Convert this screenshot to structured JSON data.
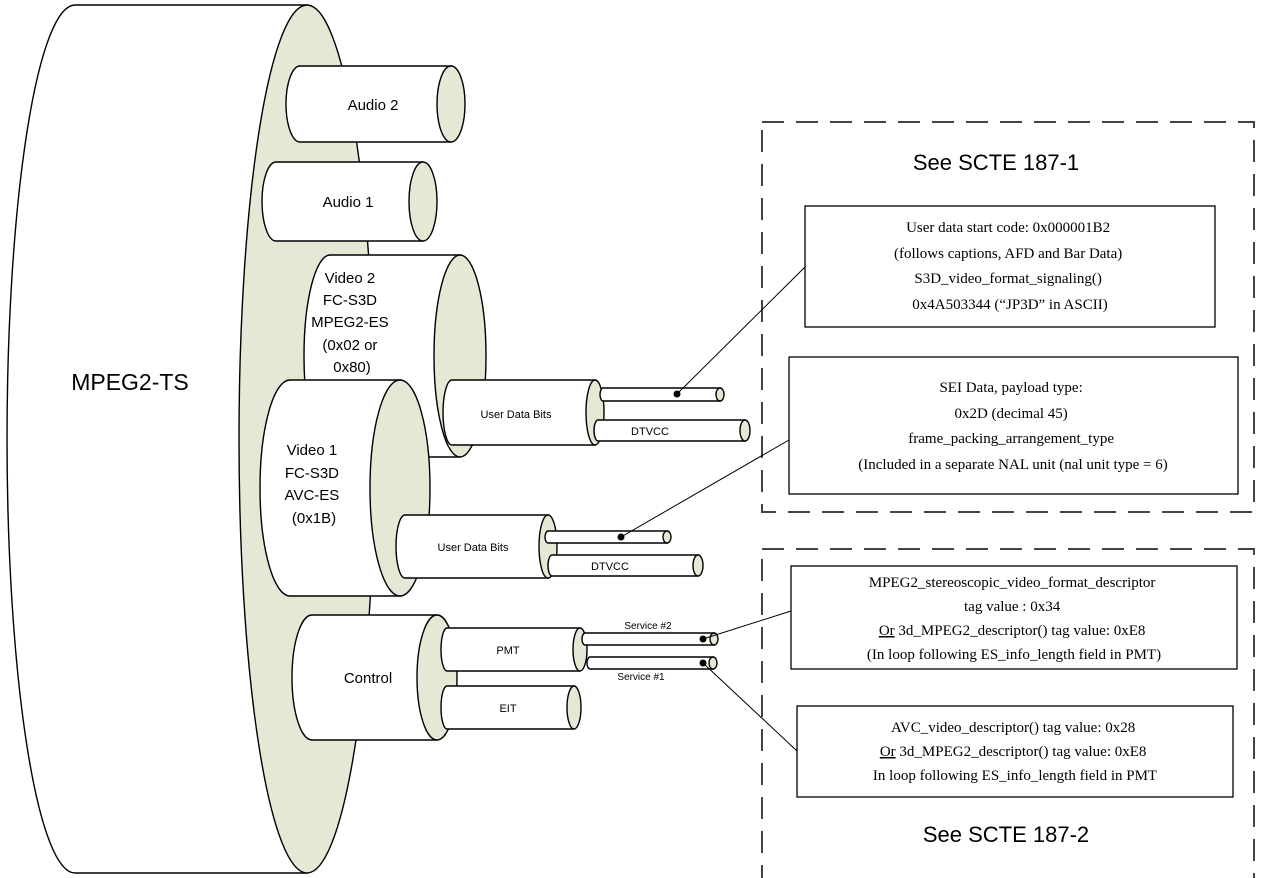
{
  "cylinders": {
    "main": "MPEG2-TS",
    "audio2": "Audio 2",
    "audio1": "Audio 1",
    "video2": [
      "Video 2",
      "FC-S3D",
      "MPEG2-ES",
      "(0x02 or",
      "0x80)"
    ],
    "video1": [
      "Video 1",
      "FC-S3D",
      "AVC-ES",
      "(0x1B)"
    ],
    "control": "Control",
    "user_data_bits_v2": "User Data Bits",
    "dtvcc_v2": "DTVCC",
    "user_data_bits_v1": "User Data Bits",
    "dtvcc_v1": "DTVCC",
    "pmt": "PMT",
    "eit": "EIT",
    "service2": "Service #2",
    "service1": "Service #1"
  },
  "regions": {
    "scte_187_1": "See SCTE 187-1",
    "scte_187_2": "See SCTE 187-2"
  },
  "boxes": {
    "user_data": [
      "User data start code: 0x000001B2",
      "(follows captions, AFD and Bar Data)",
      "S3D_video_format_signaling()",
      "0x4A503344 (“JP3D” in ASCII)"
    ],
    "sei": [
      "SEI Data, payload type:",
      "0x2D (decimal 45)",
      "frame_packing_arrangement_type",
      "(Included in a separate NAL unit (nal unit type = 6)"
    ],
    "mpeg2_desc": {
      "line1": "MPEG2_stereoscopic_video_format_descriptor",
      "line2": "tag value : 0x34",
      "line3_or": "Or",
      "line3_rest": " 3d_MPEG2_descriptor() tag value: 0xE8",
      "line4": "(In loop following ES_info_length field in PMT)"
    },
    "avc_desc": {
      "line1": "AVC_video_descriptor()  tag value: 0x28",
      "line2_or": "Or",
      "line2_rest": " 3d_MPEG2_descriptor() tag value: 0xE8",
      "line3": "In loop following ES_info_length field in PMT"
    }
  }
}
